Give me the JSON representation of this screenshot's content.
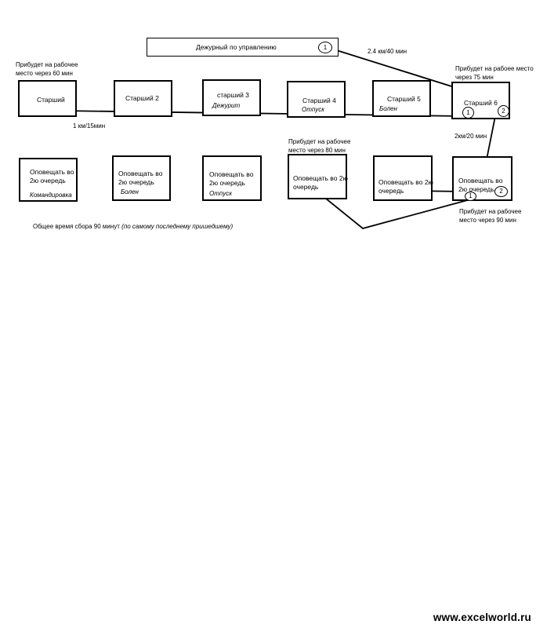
{
  "duty": {
    "label": "Дежурный по управлению",
    "circle": "1"
  },
  "distances": {
    "duty_to_senior6": "2.4 км/40 мин",
    "senior1_line": "1 км/15мин",
    "senior6_to_notify6": "2км/20 мин"
  },
  "arrivals": {
    "senior1": "Прибудет на рабочее место через 60 мин",
    "senior6": "Прибудет на рабоее место через 75 мин",
    "notify4": "Прибудет на рабочее место через 80 мин",
    "notify6": "Прибудет на рабочее место через 90 мин"
  },
  "seniors": [
    {
      "title": "Старший",
      "status": ""
    },
    {
      "title": "Старший 2",
      "status": ""
    },
    {
      "title": "старший 3",
      "status": "Дежурит"
    },
    {
      "title": "Старший 4",
      "status": "Отпуск"
    },
    {
      "title": "Старший 5",
      "status": "Болен"
    },
    {
      "title": "Старший 6",
      "status": "",
      "circles": [
        "1",
        "2"
      ]
    }
  ],
  "notify": [
    {
      "title": "Оповещать во 2ю очередь",
      "status": "Командировка"
    },
    {
      "title": "Оповещать во 2ю очередь",
      "status": "Болен"
    },
    {
      "title": "Оповещать во 2ю очередь",
      "status": "Отпуск"
    },
    {
      "title": "Оповещать во 2ю очередь",
      "status": ""
    },
    {
      "title": "Оповещать во 2ю очередь",
      "status": ""
    },
    {
      "title": "Оповещать во 2ю очередь",
      "status": "",
      "circles": [
        "1",
        "2"
      ]
    }
  ],
  "summary": {
    "main": "Общее время сбора 90 минут ",
    "italic": "(по самому последнему пришедшему)"
  },
  "watermark": "www.excelworld.ru"
}
